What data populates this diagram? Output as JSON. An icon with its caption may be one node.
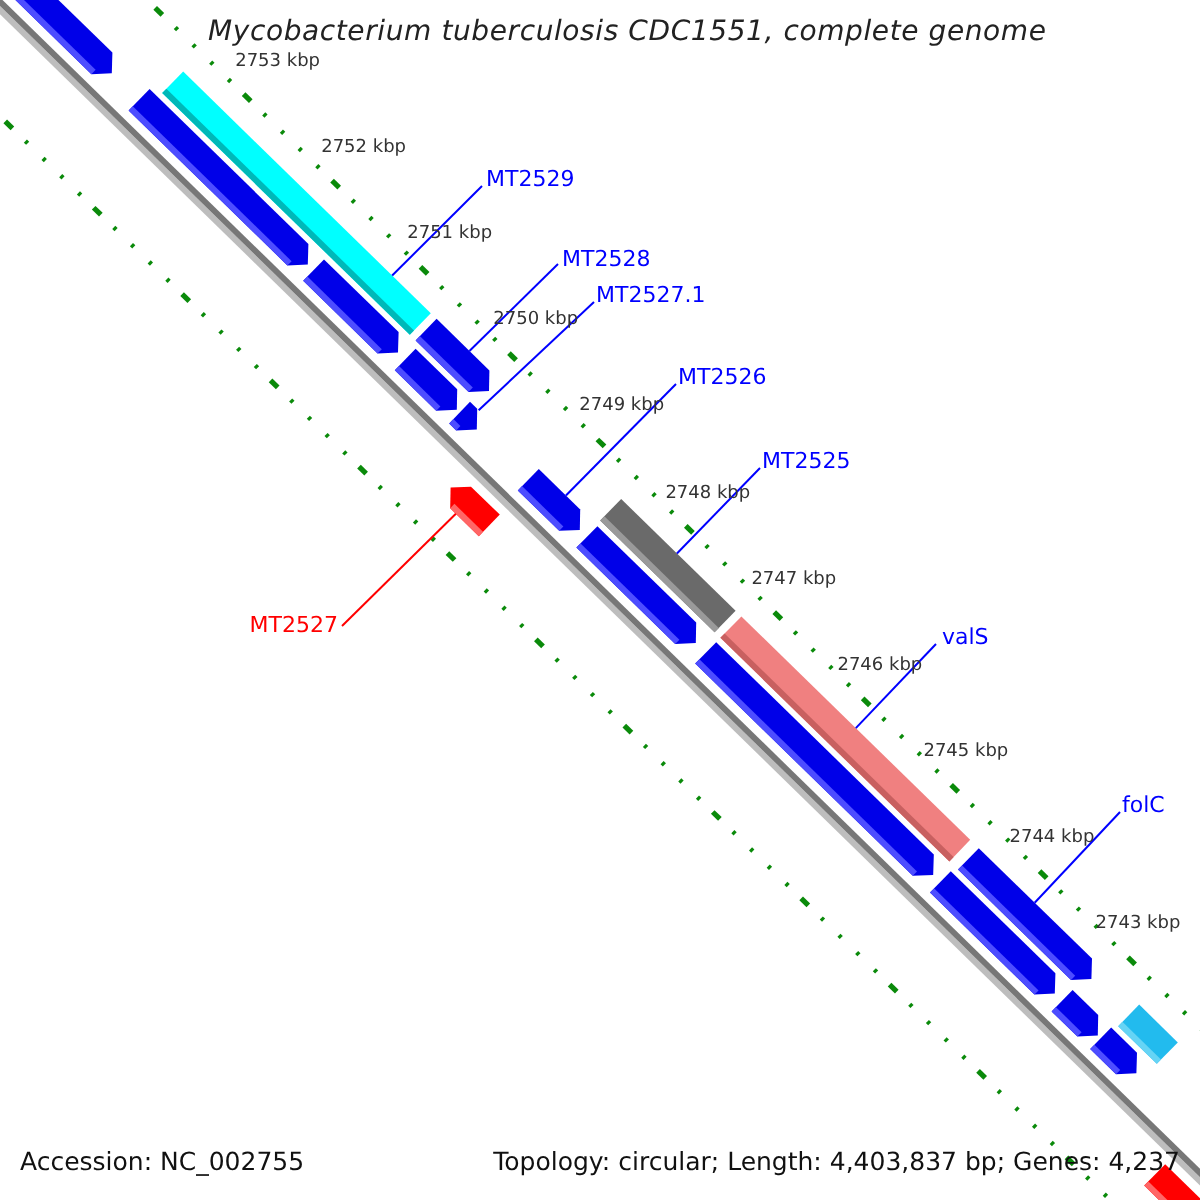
{
  "diagram": {
    "title": "Mycobacterium tuberculosis CDC1551, complete genome",
    "nodes": [
      {
        "text": [
          "MT2529"
        ]
      },
      {
        "text": [
          "MT2528"
        ]
      },
      {
        "text": [
          "MT2527.1"
        ]
      },
      {
        "text": [
          "MT2526"
        ]
      },
      {
        "text": [
          "MT2525"
        ]
      },
      {
        "text": [
          "MT2527"
        ]
      },
      {
        "text": [
          "valS"
        ]
      },
      {
        "text": [
          "folC"
        ]
      },
      {
        "text": [],
        "shape": "arrow"
      },
      {
        "text": [],
        "shape": "arrow"
      },
      {
        "text": [],
        "shape": "bar"
      },
      {
        "text": [],
        "shape": "arrow"
      },
      {
        "text": [],
        "shape": "arrow"
      },
      {
        "text": [],
        "shape": "arrow"
      },
      {
        "text": [],
        "shape": "arrow"
      },
      {
        "text": [],
        "shape": "arrow"
      },
      {
        "text": [],
        "shape": "arrow"
      },
      {
        "text": [],
        "shape": "bar"
      },
      {
        "text": [],
        "shape": "arrow"
      },
      {
        "text": [],
        "shape": "arrow"
      },
      {
        "text": [],
        "shape": "bar"
      },
      {
        "text": [],
        "shape": "arrow"
      },
      {
        "text": [],
        "shape": "arrow"
      },
      {
        "text": [],
        "shape": "arrow"
      },
      {
        "text": [],
        "shape": "arrow"
      },
      {
        "text": [],
        "shape": "bar"
      },
      {
        "text": [],
        "shape": "bar"
      }
    ],
    "edges": [
      {
        "from": 0,
        "to": 10,
        "arrow": "none"
      },
      {
        "from": 1,
        "to": 12,
        "arrow": "none"
      },
      {
        "from": 2,
        "to": 14,
        "arrow": "none"
      },
      {
        "from": 3,
        "to": 16,
        "arrow": "none"
      },
      {
        "from": 4,
        "to": 17,
        "arrow": "none"
      },
      {
        "from": 5,
        "to": 15,
        "arrow": "none",
        "color": "#ff0000"
      },
      {
        "from": 6,
        "to": 20,
        "arrow": "none"
      },
      {
        "from": 7,
        "to": 22,
        "arrow": "none"
      }
    ],
    "labels": [
      "2753 kbp",
      "2752 kbp",
      "2751 kbp",
      "2750 kbp",
      "2749 kbp",
      "2748 kbp",
      "2747 kbp",
      "2746 kbp",
      "2745 kbp",
      "2744 kbp",
      "2743 kbp",
      "Accession: NC_002755",
      "Topology: circular; Length: 4,403,837 bp; Genes: 4,237"
    ]
  }
}
